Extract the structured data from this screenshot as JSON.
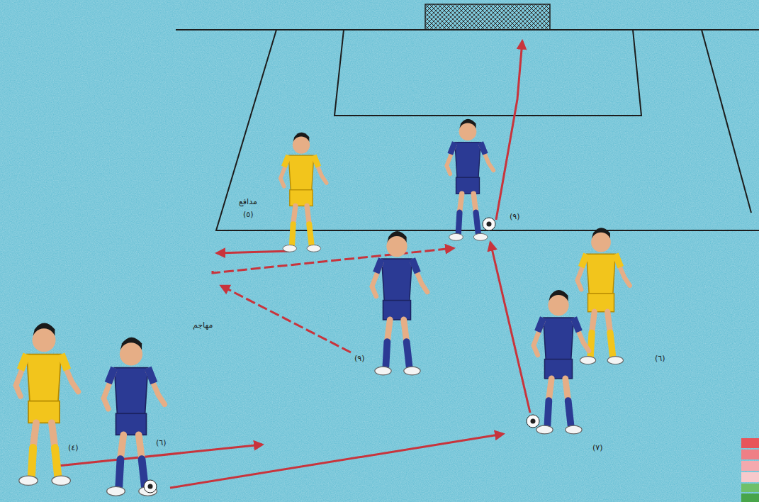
{
  "diagram": {
    "labels": [
      "مدافع",
      "(٥)",
      "(٩)",
      "(٩)",
      "مهاجم",
      "(٤)",
      "(٦)",
      "(٧)",
      "(٦)"
    ]
  }
}
